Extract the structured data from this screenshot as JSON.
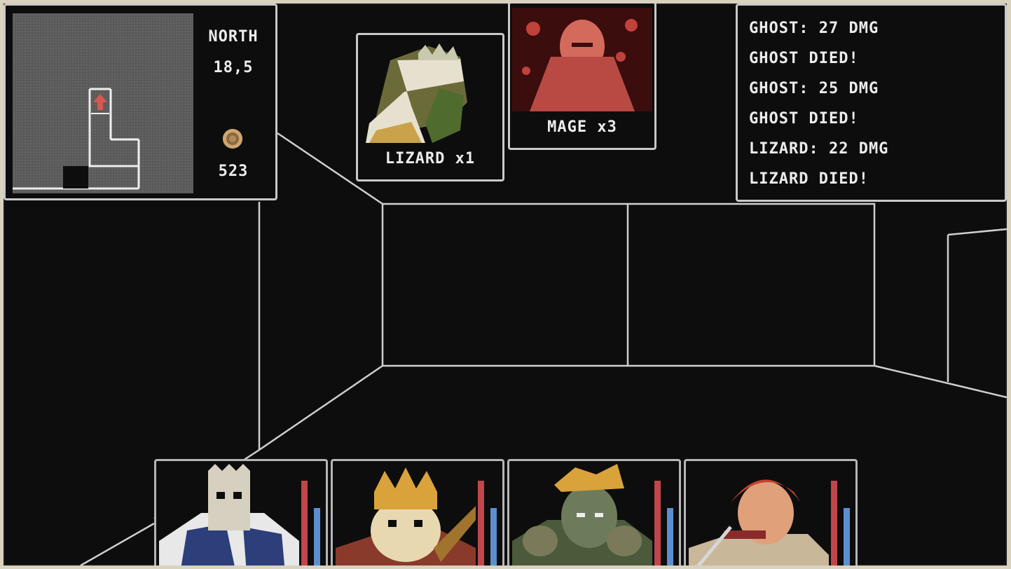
{
  "minimap": {
    "facing": "NORTH",
    "coords": "18,5",
    "gold": "523"
  },
  "enemies": [
    {
      "label": "LIZARD x1"
    },
    {
      "label": "MAGE x3"
    }
  ],
  "log": [
    "GHOST: 27 DMG",
    "GHOST DIED!",
    "GHOST: 25 DMG",
    "GHOST DIED!",
    "LIZARD: 22 DMG",
    "LIZARD DIED!"
  ],
  "party": [
    {
      "hp": 0.84,
      "mp": 0.58
    },
    {
      "hp": 0.84,
      "mp": 0.58
    },
    {
      "hp": 0.84,
      "mp": 0.58
    },
    {
      "hp": 0.84,
      "mp": 0.58
    }
  ],
  "colors": {
    "line": "#cfcfcf",
    "hp": "#c0464c",
    "mp": "#5c8fd0",
    "arrow": "#d8574f"
  }
}
